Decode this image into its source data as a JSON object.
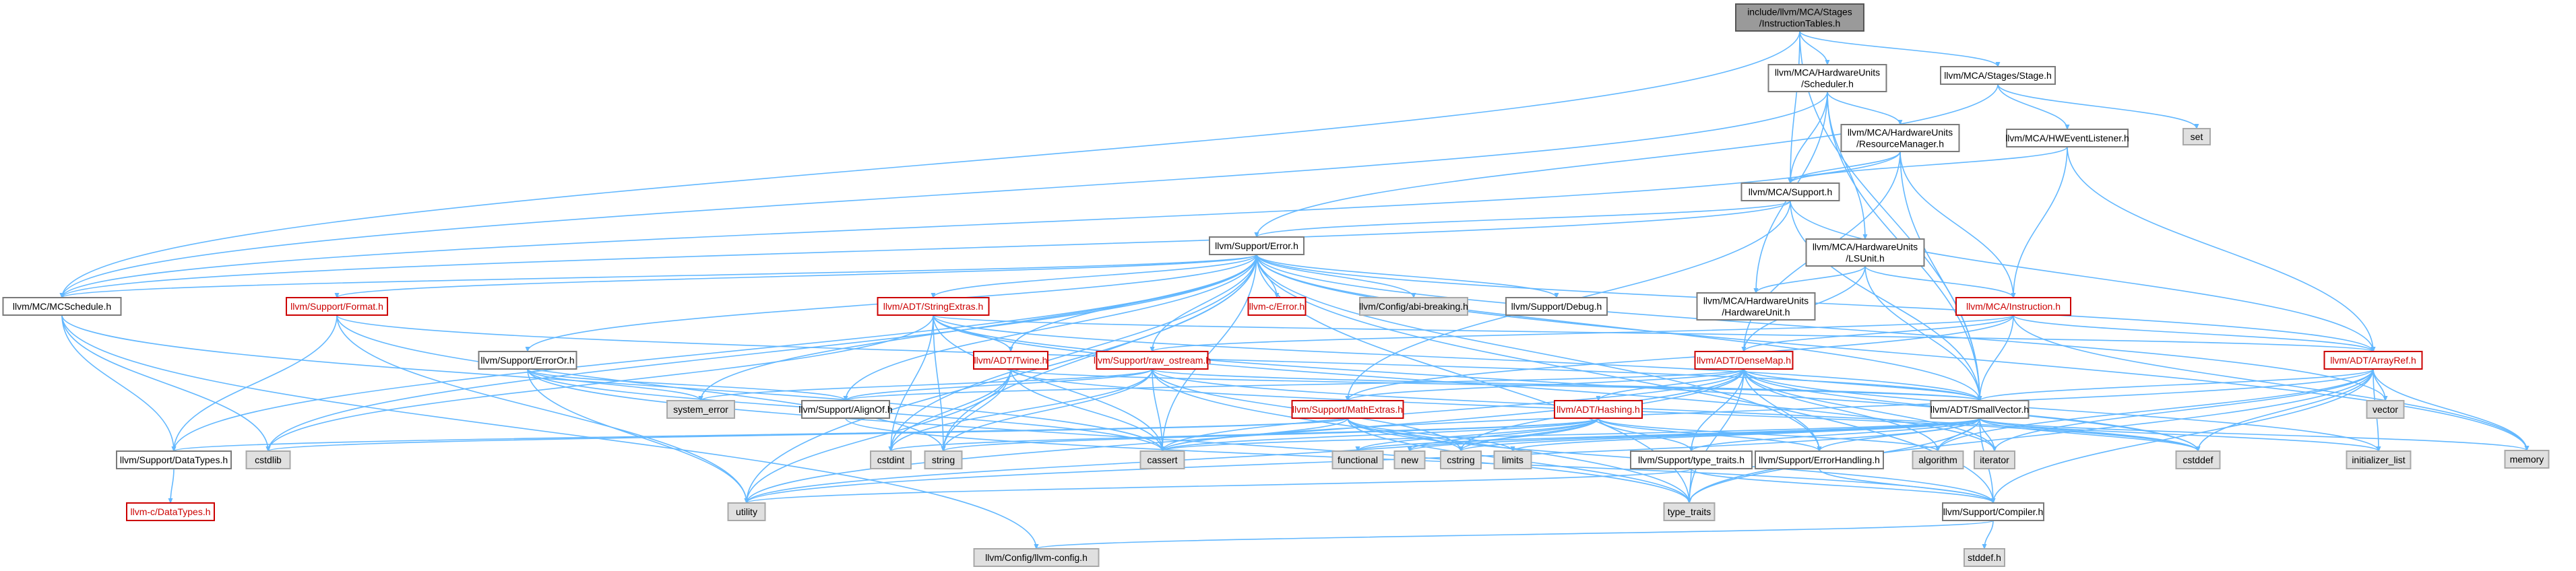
{
  "colors": {
    "edge": "#63b8ff",
    "node_border": "#7a7a7a",
    "external_fill": "#e0e0e0",
    "root_fill": "#9a9a9a",
    "warning_text": "#cc0000"
  },
  "nodes": {
    "n0": [
      "include/llvm/MCA/Stages",
      "/InstructionTables.h"
    ],
    "n1": [
      "llvm/MCA/HardwareUnits",
      "/Scheduler.h"
    ],
    "n2": [
      "llvm/MCA/Stages/Stage.h"
    ],
    "n3": [
      "set"
    ],
    "n4": [
      "llvm/MCA/HardwareUnits",
      "/ResourceManager.h"
    ],
    "n5": [
      "llvm/MCA/HWEventListener.h"
    ],
    "n6": [
      "llvm/MCA/Support.h"
    ],
    "n7": [
      "llvm/Support/Error.h"
    ],
    "n8": [
      "llvm/MCA/HardwareUnits",
      "/LSUnit.h"
    ],
    "n9": [
      "llvm/MC/MCSchedule.h"
    ],
    "n10": [
      "llvm/Support/Format.h"
    ],
    "n11": [
      "llvm/ADT/StringExtras.h"
    ],
    "n12": [
      "llvm-c/Error.h"
    ],
    "n13": [
      "llvm/Config/abi-breaking.h"
    ],
    "n14": [
      "llvm/Support/Debug.h"
    ],
    "n15": [
      "llvm/MCA/HardwareUnits",
      "/HardwareUnit.h"
    ],
    "n16": [
      "llvm/MCA/Instruction.h"
    ],
    "n17": [
      "llvm/ADT/DenseMap.h"
    ],
    "n18": [
      "llvm/ADT/Twine.h"
    ],
    "n19": [
      "llvm/Support/raw_ostream.h"
    ],
    "n20": [
      "llvm/Support/ErrorOr.h"
    ],
    "n21": [
      "llvm/ADT/ArrayRef.h"
    ],
    "n22": [
      "system_error"
    ],
    "n23": [
      "llvm/Support/AlignOf.h"
    ],
    "n24": [
      "llvm/ADT/SmallVector.h"
    ],
    "n25": [
      "vector"
    ],
    "n26": [
      "memory"
    ],
    "n27": [
      "llvm/Support/MathExtras.h"
    ],
    "n28": [
      "llvm/ADT/Hashing.h"
    ],
    "n29": [
      "llvm/Support/DataTypes.h"
    ],
    "n30": [
      "cstdlib"
    ],
    "n31": [
      "cstdint"
    ],
    "n32": [
      "string"
    ],
    "n33": [
      "cassert"
    ],
    "n34": [
      "functional"
    ],
    "n35": [
      "new"
    ],
    "n36": [
      "cstring"
    ],
    "n37": [
      "limits"
    ],
    "n38": [
      "algorithm"
    ],
    "n39": [
      "iterator"
    ],
    "n40": [
      "cstddef"
    ],
    "n41": [
      "initializer_list"
    ],
    "n42": [
      "llvm/Support/type_traits.h"
    ],
    "n43": [
      "llvm/Support/ErrorHandling.h"
    ],
    "n44": [
      "llvm-c/DataTypes.h"
    ],
    "n45": [
      "utility"
    ],
    "n46": [
      "type_traits"
    ],
    "n47": [
      "llvm/Support/Compiler.h"
    ],
    "n48": [
      "llvm/Config/llvm-config.h"
    ],
    "n49": [
      "stddef.h"
    ]
  }
}
